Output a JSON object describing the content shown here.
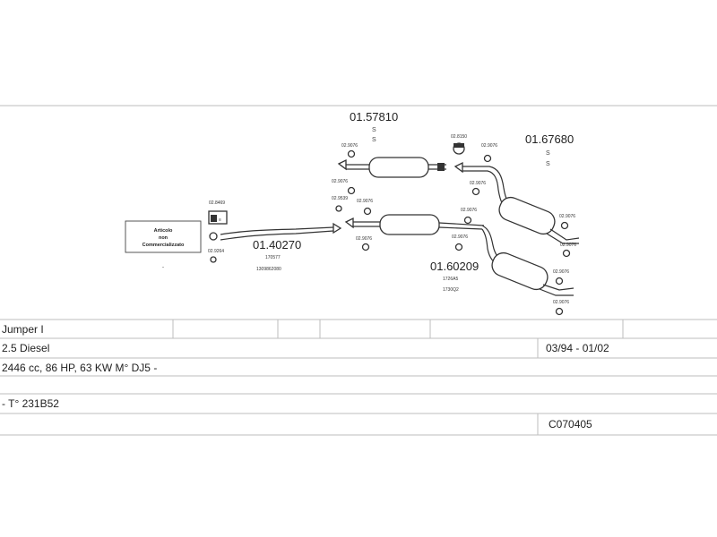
{
  "diagram": {
    "part_numbers": {
      "front_pipe": "01.40270",
      "middle_muffler": "01.57810",
      "rear_muffler_upper": "01.67680",
      "rear_muffler_lower": "01.60209"
    },
    "ss_marks": [
      "S",
      "S"
    ],
    "oe_codes": {
      "front_pipe": [
        "170577",
        "1309862080"
      ],
      "rear_muffler_lower": [
        "1726A5",
        "1730Q2"
      ]
    },
    "accessories": [
      "02.8469",
      "02.9264",
      "02.9076",
      "02.8150",
      "02.9539"
    ],
    "notice": [
      "Articolo",
      "non",
      "Commercializzato"
    ],
    "dash": "-"
  },
  "info_table": {
    "model": "Jumper I",
    "engine": "2.5 Diesel",
    "period": "03/94 - 01/02",
    "specs": "2446 cc, 86 HP, 63 KW M° DJ5 -",
    "type": "- T° 231B52",
    "code": "C070405"
  }
}
